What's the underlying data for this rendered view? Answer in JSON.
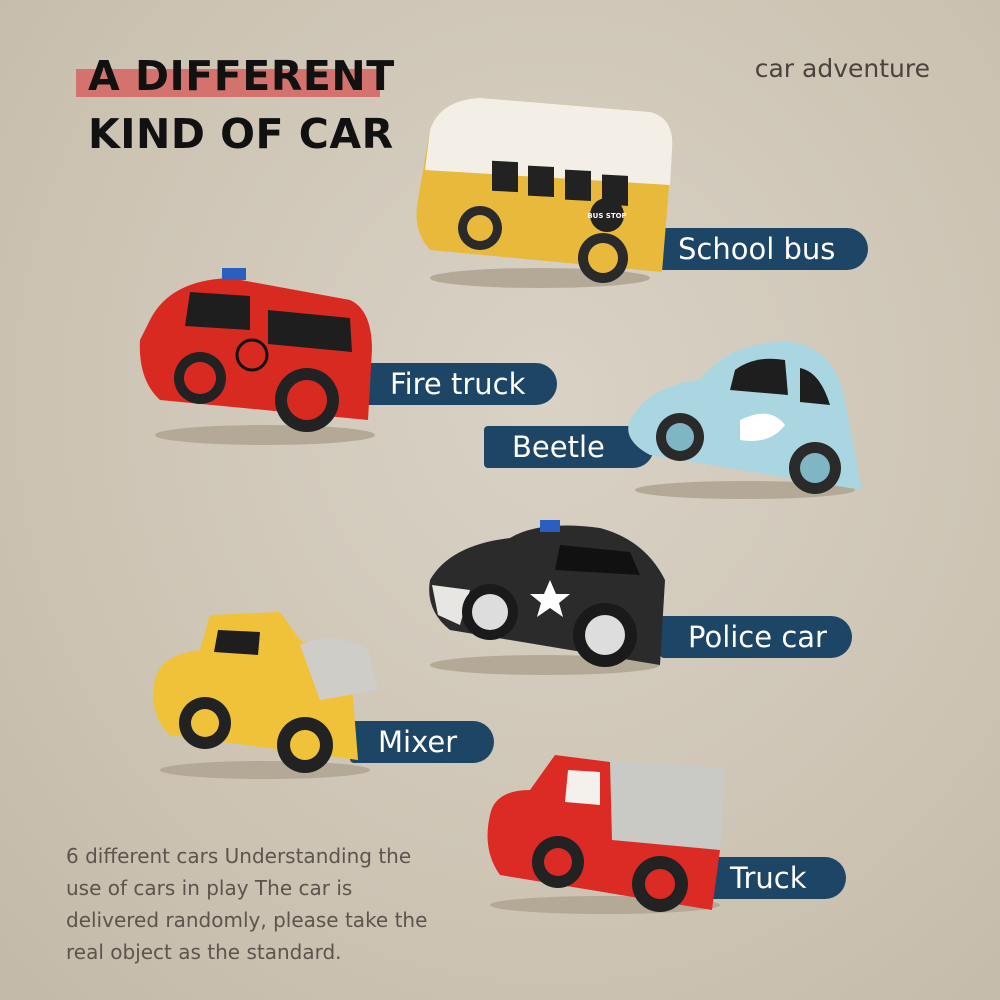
{
  "title": {
    "line1": "A DIFFERENT",
    "line2": "KIND OF CAR",
    "highlight_color": "#d4736d"
  },
  "tagline": "car adventure",
  "label_color": "#1d4566",
  "cars": [
    {
      "name": "School bus",
      "color": "#e8b93a"
    },
    {
      "name": "Fire truck",
      "color": "#d92a22"
    },
    {
      "name": "Beetle",
      "color": "#a9d6e0"
    },
    {
      "name": "Police car",
      "color": "#2b2b2b"
    },
    {
      "name": "Mixer",
      "color": "#f0c23a"
    },
    {
      "name": "Truck",
      "color": "#dc2a24"
    }
  ],
  "bus_sign": "BUS STOP",
  "description": "6 different cars Understanding the use of cars in play The car is delivered randomly, please take the real object as the standard."
}
